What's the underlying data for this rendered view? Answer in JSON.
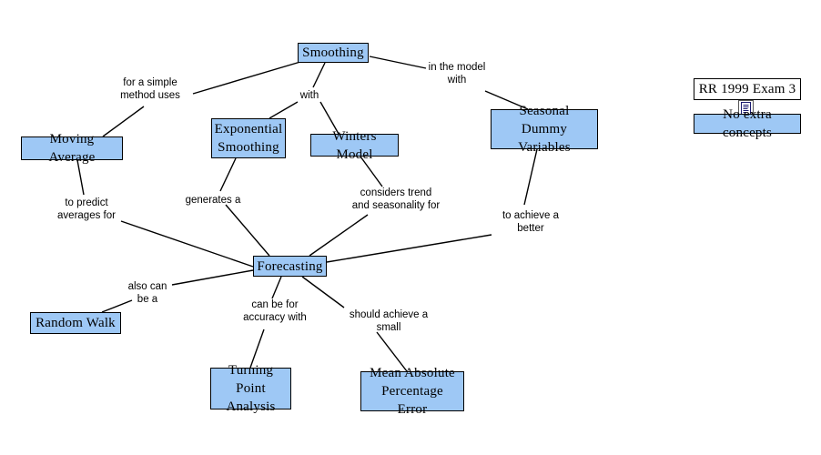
{
  "map": {
    "title": "Smoothing concept map",
    "node_fill": "#9ec8f5",
    "node_border": "#000000",
    "link_color": "#000000",
    "background": "#ffffff"
  },
  "nodes": [
    {
      "id": "smoothing",
      "label": "Smoothing"
    },
    {
      "id": "moving-average",
      "label": "Moving Average"
    },
    {
      "id": "exponential-smoothing",
      "label": "Exponential\nSmoothing"
    },
    {
      "id": "winters-model",
      "label": "Winters Model"
    },
    {
      "id": "seasonal-dummy-variables",
      "label": "Seasonal\nDummy Variables"
    },
    {
      "id": "forecasting",
      "label": "Forecasting"
    },
    {
      "id": "random-walk",
      "label": "Random Walk"
    },
    {
      "id": "turning-point-analysis",
      "label": "Turning Point\nAnalysis"
    },
    {
      "id": "mean-absolute-percentage-error",
      "label": "Mean Absolute\nPercentage Error"
    },
    {
      "id": "no-extra-concepts",
      "label": "No extra concepts"
    }
  ],
  "resource": {
    "title": "RR 1999 Exam 3",
    "icon": "document-icon"
  },
  "link_labels": [
    {
      "id": "for-a-simple-method-uses",
      "text": "for a simple\nmethod uses"
    },
    {
      "id": "with",
      "text": "with"
    },
    {
      "id": "in-the-model-with",
      "text": "in the model\nwith"
    },
    {
      "id": "to-predict-averages-for",
      "text": "to predict\naverages for"
    },
    {
      "id": "generates-a",
      "text": "generates a"
    },
    {
      "id": "considers-trend-and-seasonality-for",
      "text": "considers trend\nand seasonality for"
    },
    {
      "id": "to-achieve-a-better",
      "text": "to achieve a\nbetter"
    },
    {
      "id": "also-can-be-a",
      "text": "also can\nbe a"
    },
    {
      "id": "can-be-for-accuracy-with",
      "text": "can be for\naccuracy with"
    },
    {
      "id": "should-achieve-a-small",
      "text": "should achieve a\nsmall"
    }
  ]
}
